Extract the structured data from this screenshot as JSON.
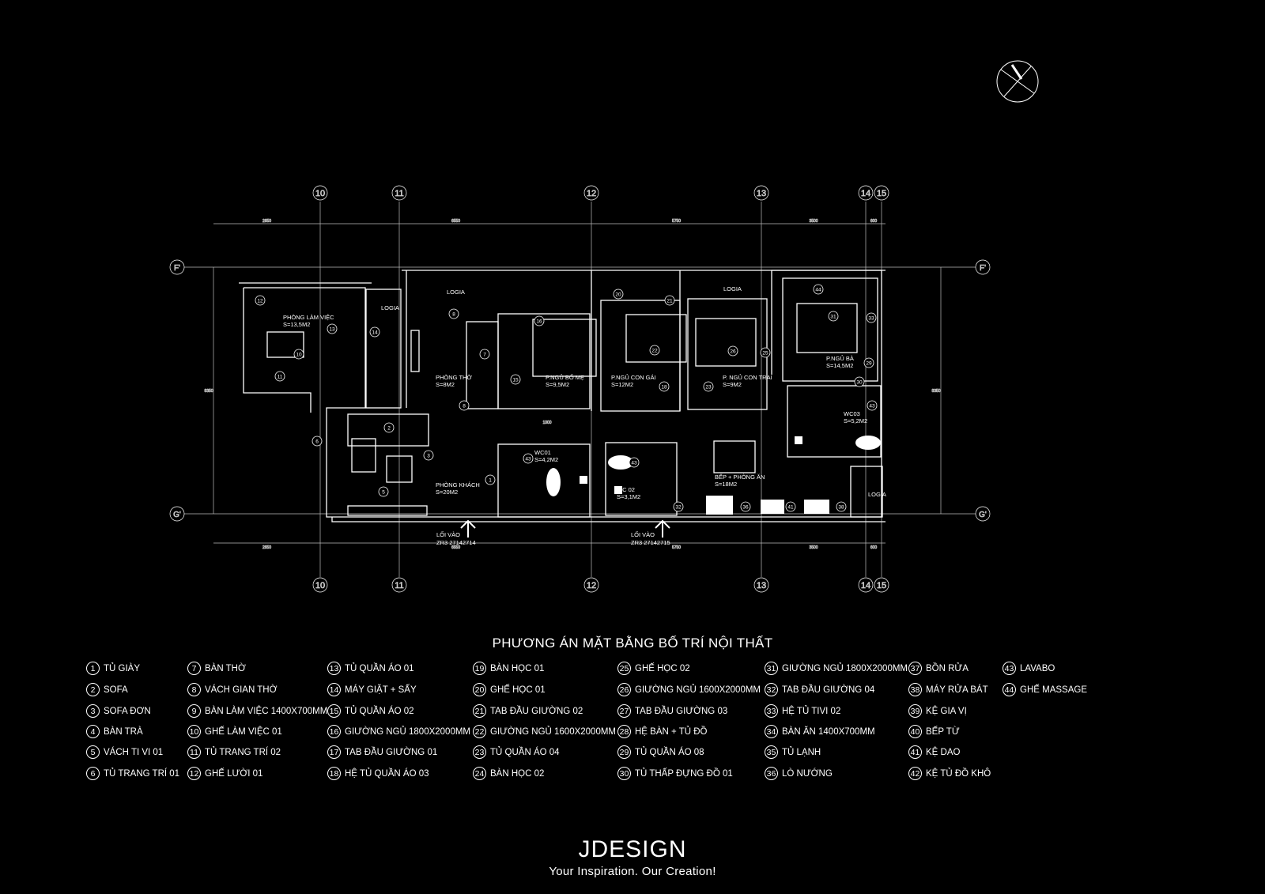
{
  "title": "PHƯƠNG ÁN MẶT BẰNG BỐ TRÍ NỘI THẤT",
  "grid": {
    "vertical_axes": [
      "10",
      "11",
      "12",
      "13",
      "14",
      "15"
    ],
    "horizontal_axes": [
      "F'",
      "G'"
    ],
    "top_dimensions": [
      "2650",
      "6550",
      "5750",
      "3500",
      "600"
    ],
    "bottom_dimensions": [
      "2650",
      "6550",
      "5750",
      "3500",
      "600"
    ],
    "side_dimension": "8350",
    "wc_dimension": "1000"
  },
  "rooms": [
    {
      "name": "PHÒNG LÀM VIỆC",
      "area": "S=13,5M2"
    },
    {
      "name": "LOGIA",
      "area": ""
    },
    {
      "name": "LOGIA",
      "area": ""
    },
    {
      "name": "PHÒNG THỜ",
      "area": "S=8M2"
    },
    {
      "name": "P.NGỦ BỐ MẸ",
      "area": "S=9,5M2"
    },
    {
      "name": "P.NGỦ CON GÁI",
      "area": "S=12M2"
    },
    {
      "name": "LOGIA",
      "area": ""
    },
    {
      "name": "P. NGỦ CON TRAI",
      "area": "S=9M2"
    },
    {
      "name": "P.NGỦ BÀ",
      "area": "S=14,5M2"
    },
    {
      "name": "WC03",
      "area": "S=5,2M2"
    },
    {
      "name": "PHÒNG KHÁCH",
      "area": "S=20M2"
    },
    {
      "name": "WC01",
      "area": "S=4,2M2"
    },
    {
      "name": "WC 02",
      "area": "S=3,1M2"
    },
    {
      "name": "BẾP + PHÒNG ĂN",
      "area": "S=18M2"
    },
    {
      "name": "LOGIA",
      "area": ""
    }
  ],
  "entrances": [
    {
      "label": "LỐI VÀO",
      "code": "ZR3 27142714"
    },
    {
      "label": "LỐI VÀO",
      "code": "ZR3 27142715"
    }
  ],
  "markers": [
    "12",
    "10",
    "13",
    "14",
    "11",
    "8",
    "8",
    "7",
    "16",
    "15",
    "2",
    "6",
    "3",
    "5",
    "43",
    "1",
    "20",
    "21",
    "22",
    "18",
    "26",
    "25",
    "23",
    "44",
    "31",
    "33",
    "29",
    "30",
    "43",
    "43",
    "32",
    "36",
    "41",
    "38"
  ],
  "legend": [
    {
      "num": "1",
      "label": "TỦ GIÀY"
    },
    {
      "num": "2",
      "label": "SOFA"
    },
    {
      "num": "3",
      "label": "SOFA ĐƠN"
    },
    {
      "num": "4",
      "label": "BÀN TRÀ"
    },
    {
      "num": "5",
      "label": "VÁCH TI VI 01"
    },
    {
      "num": "6",
      "label": "TỦ TRANG TRÍ 01"
    },
    {
      "num": "7",
      "label": "BÀN THỜ"
    },
    {
      "num": "8",
      "label": "VÁCH GIAN THỜ"
    },
    {
      "num": "9",
      "label": "BÀN LÀM VIỆC 1400X700MM"
    },
    {
      "num": "10",
      "label": "GHẾ LÀM VIỆC 01"
    },
    {
      "num": "11",
      "label": "TỦ TRANG TRÍ 02"
    },
    {
      "num": "12",
      "label": "GHẾ LƯỜI 01"
    },
    {
      "num": "13",
      "label": "TỦ QUẦN ÁO 01"
    },
    {
      "num": "14",
      "label": "MÁY GIẶT + SẤY"
    },
    {
      "num": "15",
      "label": "TỦ QUẦN ÁO 02"
    },
    {
      "num": "16",
      "label": "GIƯỜNG NGỦ 1800X2000MM"
    },
    {
      "num": "17",
      "label": "TAB ĐẦU GIƯỜNG 01"
    },
    {
      "num": "18",
      "label": "HỆ TỦ QUẦN ÁO 03"
    },
    {
      "num": "19",
      "label": "BÀN HỌC 01"
    },
    {
      "num": "20",
      "label": "GHẾ HỌC 01"
    },
    {
      "num": "21",
      "label": "TAB ĐẦU GIƯỜNG 02"
    },
    {
      "num": "22",
      "label": "GIƯỜNG NGỦ 1600X2000MM"
    },
    {
      "num": "23",
      "label": "TỦ QUẦN ÁO 04"
    },
    {
      "num": "24",
      "label": "BÀN HỌC 02"
    },
    {
      "num": "25",
      "label": "GHẾ HỌC 02"
    },
    {
      "num": "26",
      "label": "GIƯỜNG NGỦ 1600X2000MM"
    },
    {
      "num": "27",
      "label": "TAB ĐẦU GIƯỜNG 03"
    },
    {
      "num": "28",
      "label": "HỆ BÀN + TỦ ĐỒ"
    },
    {
      "num": "29",
      "label": "TỦ QUẦN ÁO 08"
    },
    {
      "num": "30",
      "label": "TỦ THẤP ĐỰNG ĐỒ 01"
    },
    {
      "num": "31",
      "label": "GIƯỜNG NGỦ 1800X2000MM"
    },
    {
      "num": "32",
      "label": "TAB ĐẦU GIƯỜNG 04"
    },
    {
      "num": "33",
      "label": "HỆ TỦ TIVI 02"
    },
    {
      "num": "34",
      "label": "BÀN ĂN 1400X700MM"
    },
    {
      "num": "35",
      "label": "TỦ LẠNH"
    },
    {
      "num": "36",
      "label": "LÒ NƯỚNG"
    },
    {
      "num": "37",
      "label": "BỒN RỬA"
    },
    {
      "num": "38",
      "label": "MÁY RỬA BÁT"
    },
    {
      "num": "39",
      "label": "KỆ GIA VỊ"
    },
    {
      "num": "40",
      "label": "BẾP TỪ"
    },
    {
      "num": "41",
      "label": "KỆ DAO"
    },
    {
      "num": "42",
      "label": "KỆ TỦ ĐỒ KHÔ"
    },
    {
      "num": "43",
      "label": "LAVABO"
    },
    {
      "num": "44",
      "label": "GHẾ MASSAGE"
    }
  ],
  "logo": {
    "name": "JDESIGN",
    "tagline": "Your Inspiration. Our Creation!"
  }
}
